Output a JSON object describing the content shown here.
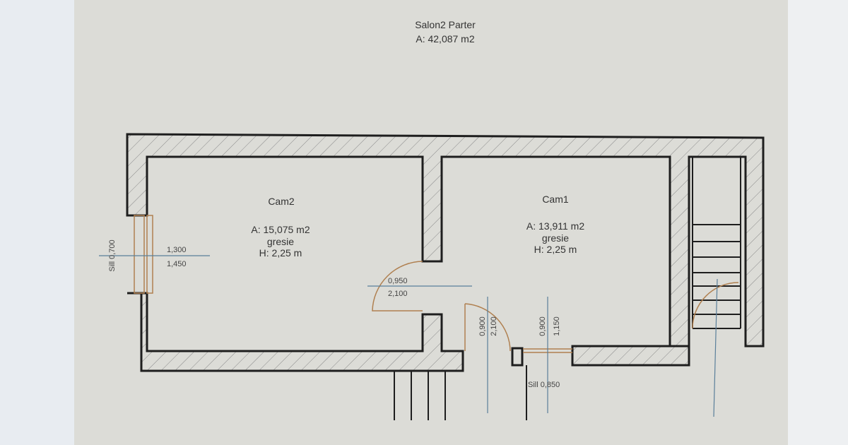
{
  "header": {
    "title": "Salon2 Parter",
    "area": "A: 42,087 m2"
  },
  "rooms": [
    {
      "name": "Cam2",
      "area": "A: 15,075 m2",
      "floor": "gresie",
      "height": "H: 2,25 m"
    },
    {
      "name": "Cam1",
      "area": "A: 13,911 m2",
      "floor": "gresie",
      "height": "H: 2,25 m"
    }
  ],
  "dimensions": {
    "window_left_sill": "Sill 0,700",
    "window_left_width": "1,300",
    "window_left_height": "1,450",
    "door_inner_width": "0,950",
    "door_inner_height": "2,100",
    "door_entry_width": "0,900",
    "door_entry_height": "2,100",
    "window_right_width": "0,900",
    "window_right_height": "1,150",
    "window_right_sill": "Sill 0,850"
  },
  "colors": {
    "wall": "#1e1e1e",
    "door": "#b08050",
    "dimline": "#5a7f9a"
  }
}
